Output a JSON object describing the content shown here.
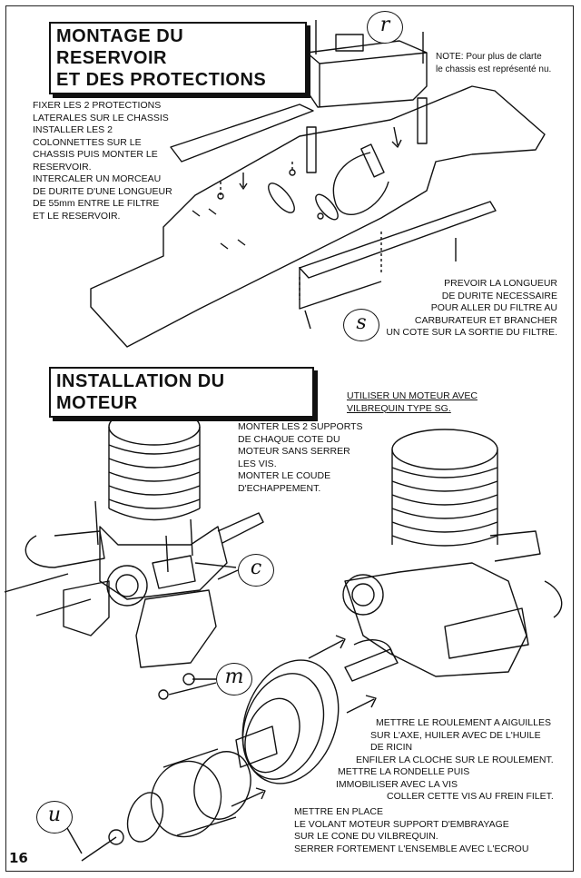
{
  "section1": {
    "title_line1": "MONTAGE  DU RESERVOIR",
    "title_line2": "ET DES PROTECTIONS",
    "note_line1": "NOTE: Pour plus de clarte",
    "note_line2": "le chassis est représenté nu.",
    "instructions": [
      "FIXER LES 2 PROTECTIONS",
      "LATERALES SUR LE CHASSIS",
      "INSTALLER LES 2",
      "COLONNETTES SUR LE",
      "CHASSIS PUIS MONTER LE",
      "RESERVOIR.",
      "INTERCALER UN MORCEAU",
      "DE DURITE D'UNE LONGUEUR",
      "DE 55mm ENTRE LE FILTRE",
      "ET LE RESERVOIR."
    ],
    "prevoir": [
      "PREVOIR LA LONGUEUR",
      "DE DURITE NECESSAIRE",
      "POUR ALLER DU FILTRE AU",
      "CARBURATEUR ET BRANCHER",
      "UN COTE SUR LA SORTIE DU FILTRE."
    ],
    "callout_r": "r",
    "callout_s": "s"
  },
  "section2": {
    "title": "INSTALLATION DU MOTEUR",
    "utiliser": [
      "UTILISER UN MOTEUR AVEC",
      "VILBREQUIN TYPE SG."
    ],
    "monter": [
      "MONTER LES 2 SUPPORTS",
      "DE CHAQUE COTE DU",
      "MOTEUR SANS SERRER",
      "LES VIS.",
      "MONTER LE COUDE",
      "D'ECHAPPEMENT."
    ],
    "roulement": [
      "METTRE LE ROULEMENT A AIGUILLES",
      "SUR L'AXE, HUILER AVEC DE L'HUILE",
      "DE RICIN",
      "ENFILER LA CLOCHE SUR LE ROULEMENT.",
      "METTRE LA RONDELLE PUIS",
      "IMMOBILISER AVEC LA VIS",
      "COLLER CETTE VIS AU FREIN FILET."
    ],
    "volant": [
      "METTRE EN PLACE",
      "LE VOLANT MOTEUR SUPPORT D'EMBRAYAGE",
      "SUR LE CONE DU VILBREQUIN.",
      "SERRER FORTEMENT  L'ENSEMBLE AVEC L'ECROU"
    ],
    "callout_c": "c",
    "callout_m": "m",
    "callout_u": "u"
  },
  "page_number": "16"
}
